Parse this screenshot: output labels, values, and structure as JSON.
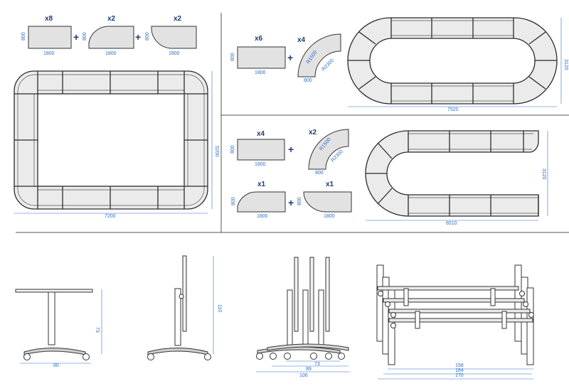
{
  "panel_a": {
    "pieces": [
      {
        "count": "x8",
        "depth": "800",
        "length": "1800"
      },
      {
        "count": "x2",
        "depth": "800",
        "length": "1800"
      },
      {
        "count": "x2",
        "depth": "800",
        "length": "1800"
      }
    ],
    "plus": "+",
    "overall_width": "7200",
    "overall_depth": "5200"
  },
  "panel_b": {
    "pieces": [
      {
        "count": "x6",
        "depth": "800",
        "length": "1800"
      },
      {
        "count": "x4",
        "inner_radius": "R1500",
        "outer_radius": "R2300",
        "width": "800"
      }
    ],
    "plus": "+",
    "overall_width": "7520",
    "overall_depth": "3120"
  },
  "panel_c": {
    "pieces": [
      {
        "count": "x4",
        "depth": "800",
        "length": "1800"
      },
      {
        "count": "x2",
        "inner_radius": "R1500",
        "outer_radius": "R2300",
        "width": "800"
      },
      {
        "count": "x1",
        "depth": "800",
        "length": "1800"
      },
      {
        "count": "x1",
        "depth": "800",
        "length": "1800"
      }
    ],
    "plus": "+",
    "overall_width": "6510",
    "overall_depth": "3120"
  },
  "side_views": {
    "table_width": "80",
    "table_height": "73",
    "folded_height": "110",
    "stack_depth_inner": "73",
    "stack_depth_mid": "89",
    "stack_depth_outer": "106",
    "stack_len_1": "158",
    "stack_len_2": "164",
    "stack_len_3": "170"
  },
  "colors": {
    "accent": "#2a6fc9",
    "heading": "#1d3a78",
    "tile": "#e2e2e2"
  }
}
